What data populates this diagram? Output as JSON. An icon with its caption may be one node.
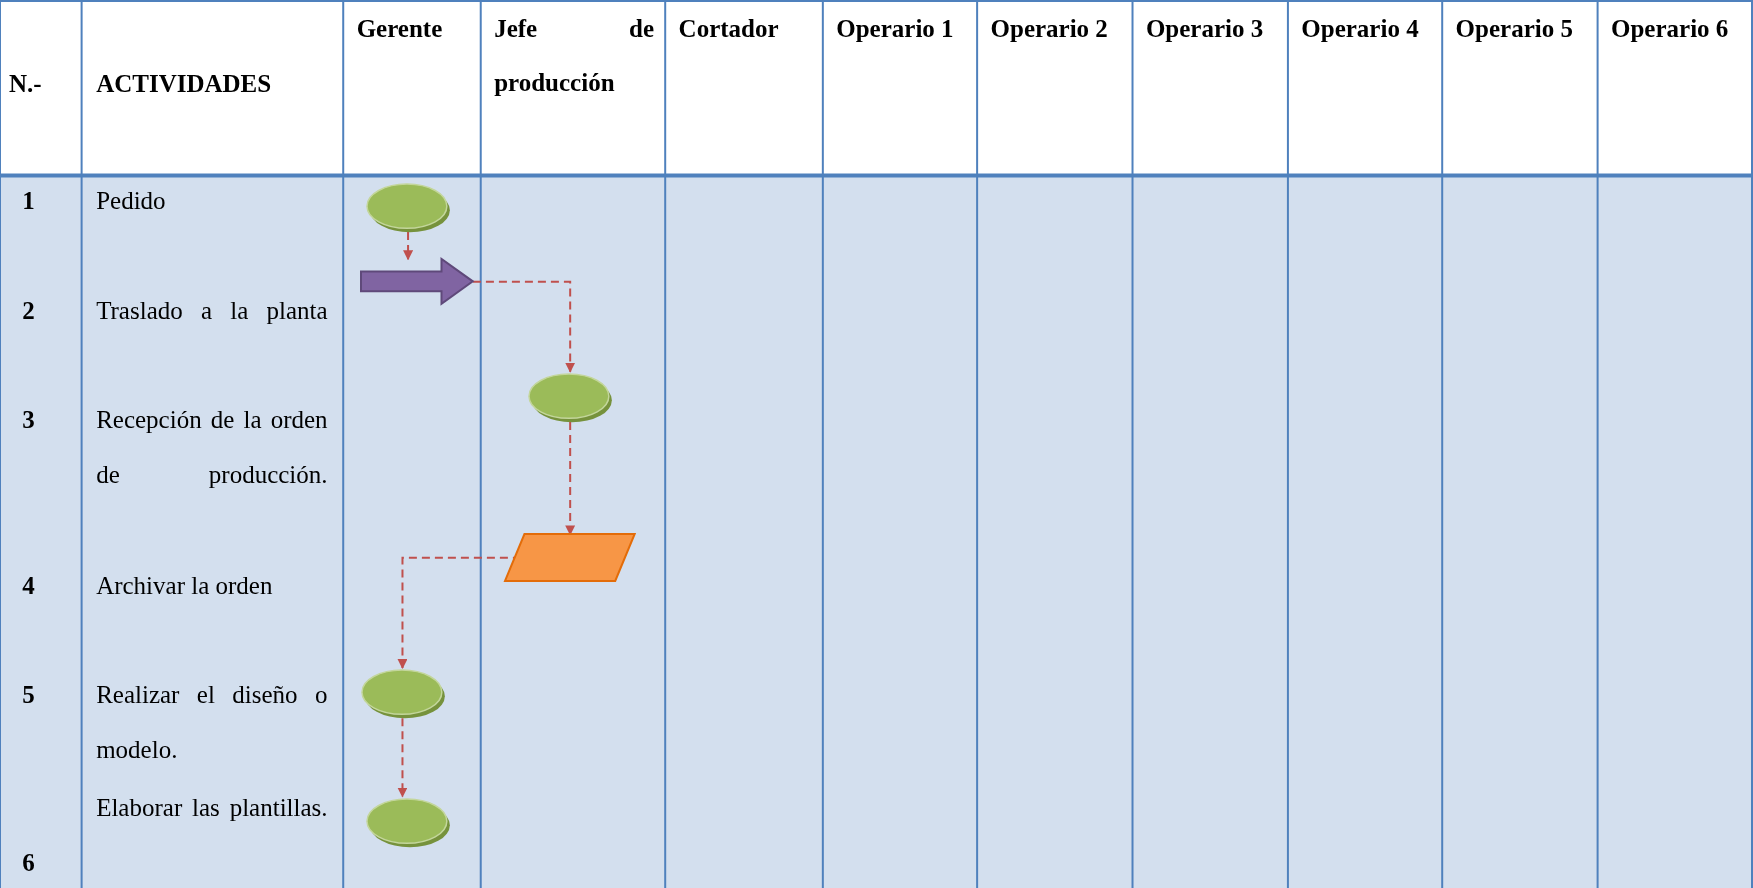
{
  "diagram": {
    "nodes": [
      {
        "text": [],
        "shape": "ellipse"
      },
      {
        "text": [],
        "shape": "arrow"
      },
      {
        "text": [],
        "shape": "ellipse"
      },
      {
        "text": [],
        "shape": "parallelogram"
      },
      {
        "text": [],
        "shape": "ellipse"
      },
      {
        "text": [],
        "shape": "ellipse"
      }
    ],
    "edges": [
      {
        "from": 0,
        "to": 1,
        "arrow": "to",
        "style": "dashed"
      },
      {
        "from": 1,
        "to": 2,
        "arrow": "to",
        "style": "dashed"
      },
      {
        "from": 2,
        "to": 3,
        "arrow": "to",
        "style": "dashed"
      },
      {
        "from": 3,
        "to": 4,
        "arrow": "to",
        "style": "dashed"
      },
      {
        "from": 4,
        "to": 5,
        "arrow": "to",
        "style": "dashed"
      }
    ],
    "labels": [
      "N.-",
      "ACTIVIDADES",
      "Gerente",
      "Jefe de producción",
      "Cortador",
      "Operario 1",
      "Operario 2",
      "Operario 3",
      "Operario 4",
      "Operario 5",
      "Operario 6",
      "1",
      "Pedido",
      "2",
      "Traslado a la planta",
      "3",
      "Recepción de la orden de producción.",
      "4",
      "Archivar la orden",
      "5",
      "Realizar el diseño o modelo.",
      "6",
      "Elaborar las plantillas."
    ]
  }
}
